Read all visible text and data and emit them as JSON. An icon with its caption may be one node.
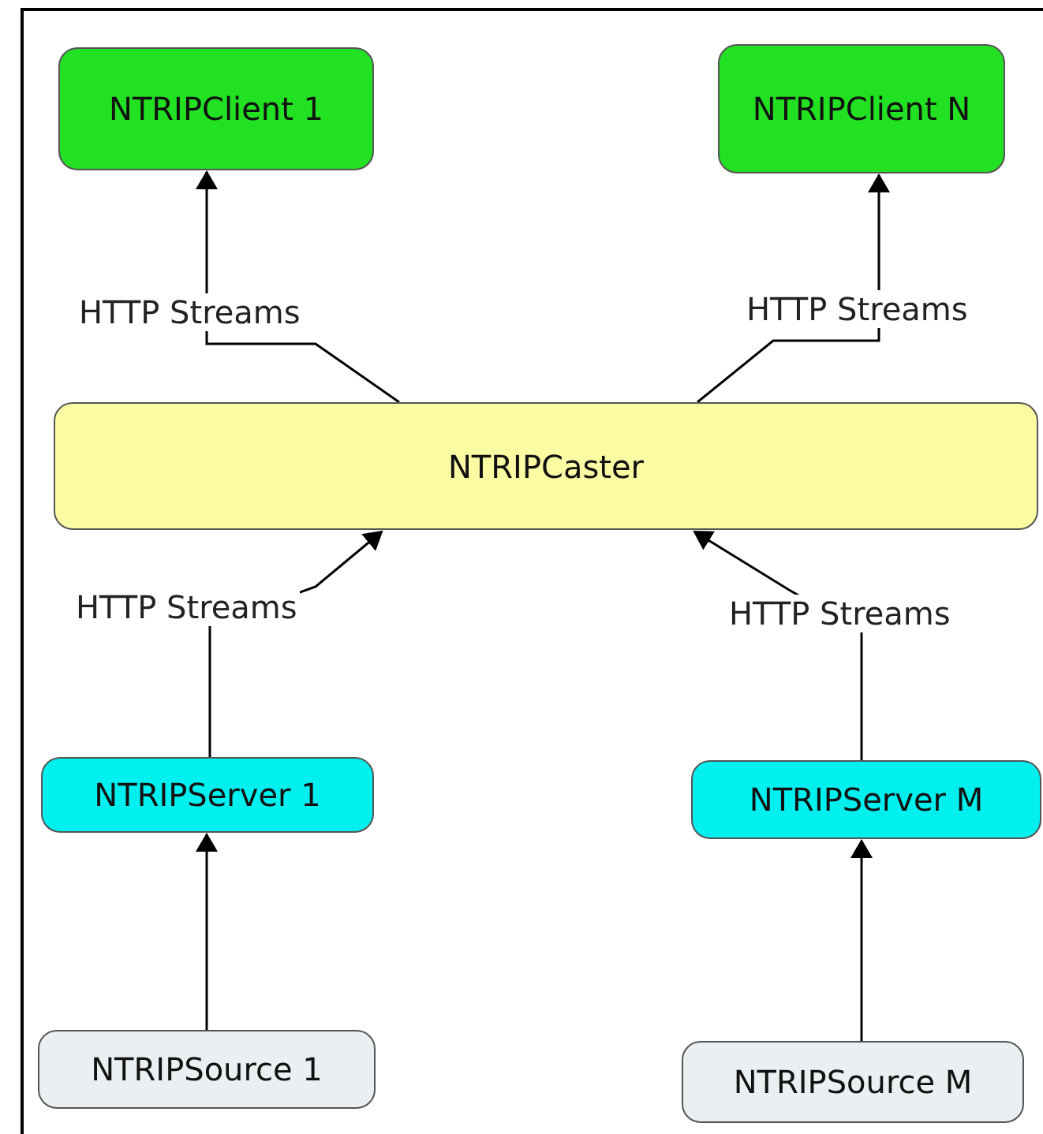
{
  "diagram": {
    "nodes": [
      {
        "text": [
          "NTRIPClient 1"
        ]
      },
      {
        "text": [
          "NTRIPClient N"
        ]
      },
      {
        "text": [
          "NTRIPCaster"
        ]
      },
      {
        "text": [
          "NTRIPServer 1"
        ]
      },
      {
        "text": [
          "NTRIPServer M"
        ]
      },
      {
        "text": [
          "NTRIPSource 1"
        ]
      },
      {
        "text": [
          "NTRIPSource M"
        ]
      }
    ],
    "edges": [
      {
        "from": 2,
        "to": 0,
        "arrow": "to",
        "label": "HTTP Streams"
      },
      {
        "from": 2,
        "to": 1,
        "arrow": "to",
        "label": "HTTP Streams"
      },
      {
        "from": 3,
        "to": 2,
        "arrow": "to",
        "label": "HTTP Streams"
      },
      {
        "from": 4,
        "to": 2,
        "arrow": "to",
        "label": "HTTP Streams"
      },
      {
        "from": 5,
        "to": 3,
        "arrow": "to"
      },
      {
        "from": 6,
        "to": 4,
        "arrow": "to"
      }
    ]
  }
}
